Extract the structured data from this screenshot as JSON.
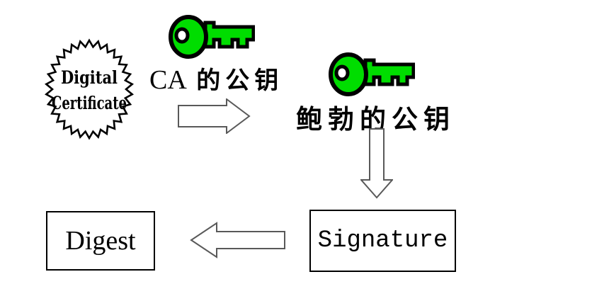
{
  "diagram": {
    "title": "digital-certificate-verification-flow",
    "seal": {
      "line1": "Digital",
      "line2": "Certificate"
    },
    "ca_key": {
      "icon": "key-icon",
      "label_prefix": "CA",
      "label_suffix": "的公钥"
    },
    "bob_key": {
      "icon": "key-icon",
      "label": "鲍勃的公钥"
    },
    "signature_box": {
      "label": "Signature"
    },
    "digest_box": {
      "label": "Digest"
    },
    "arrows": {
      "ca_to_bob": "right",
      "bob_to_signature": "down",
      "signature_to_digest": "left"
    }
  },
  "colors": {
    "key_fill": "#00dd00",
    "key_outline": "#000000",
    "seal_stroke": "#000000",
    "arrow_stroke": "#595959",
    "box_border": "#000000",
    "text": "#000000",
    "background": "#ffffff"
  }
}
